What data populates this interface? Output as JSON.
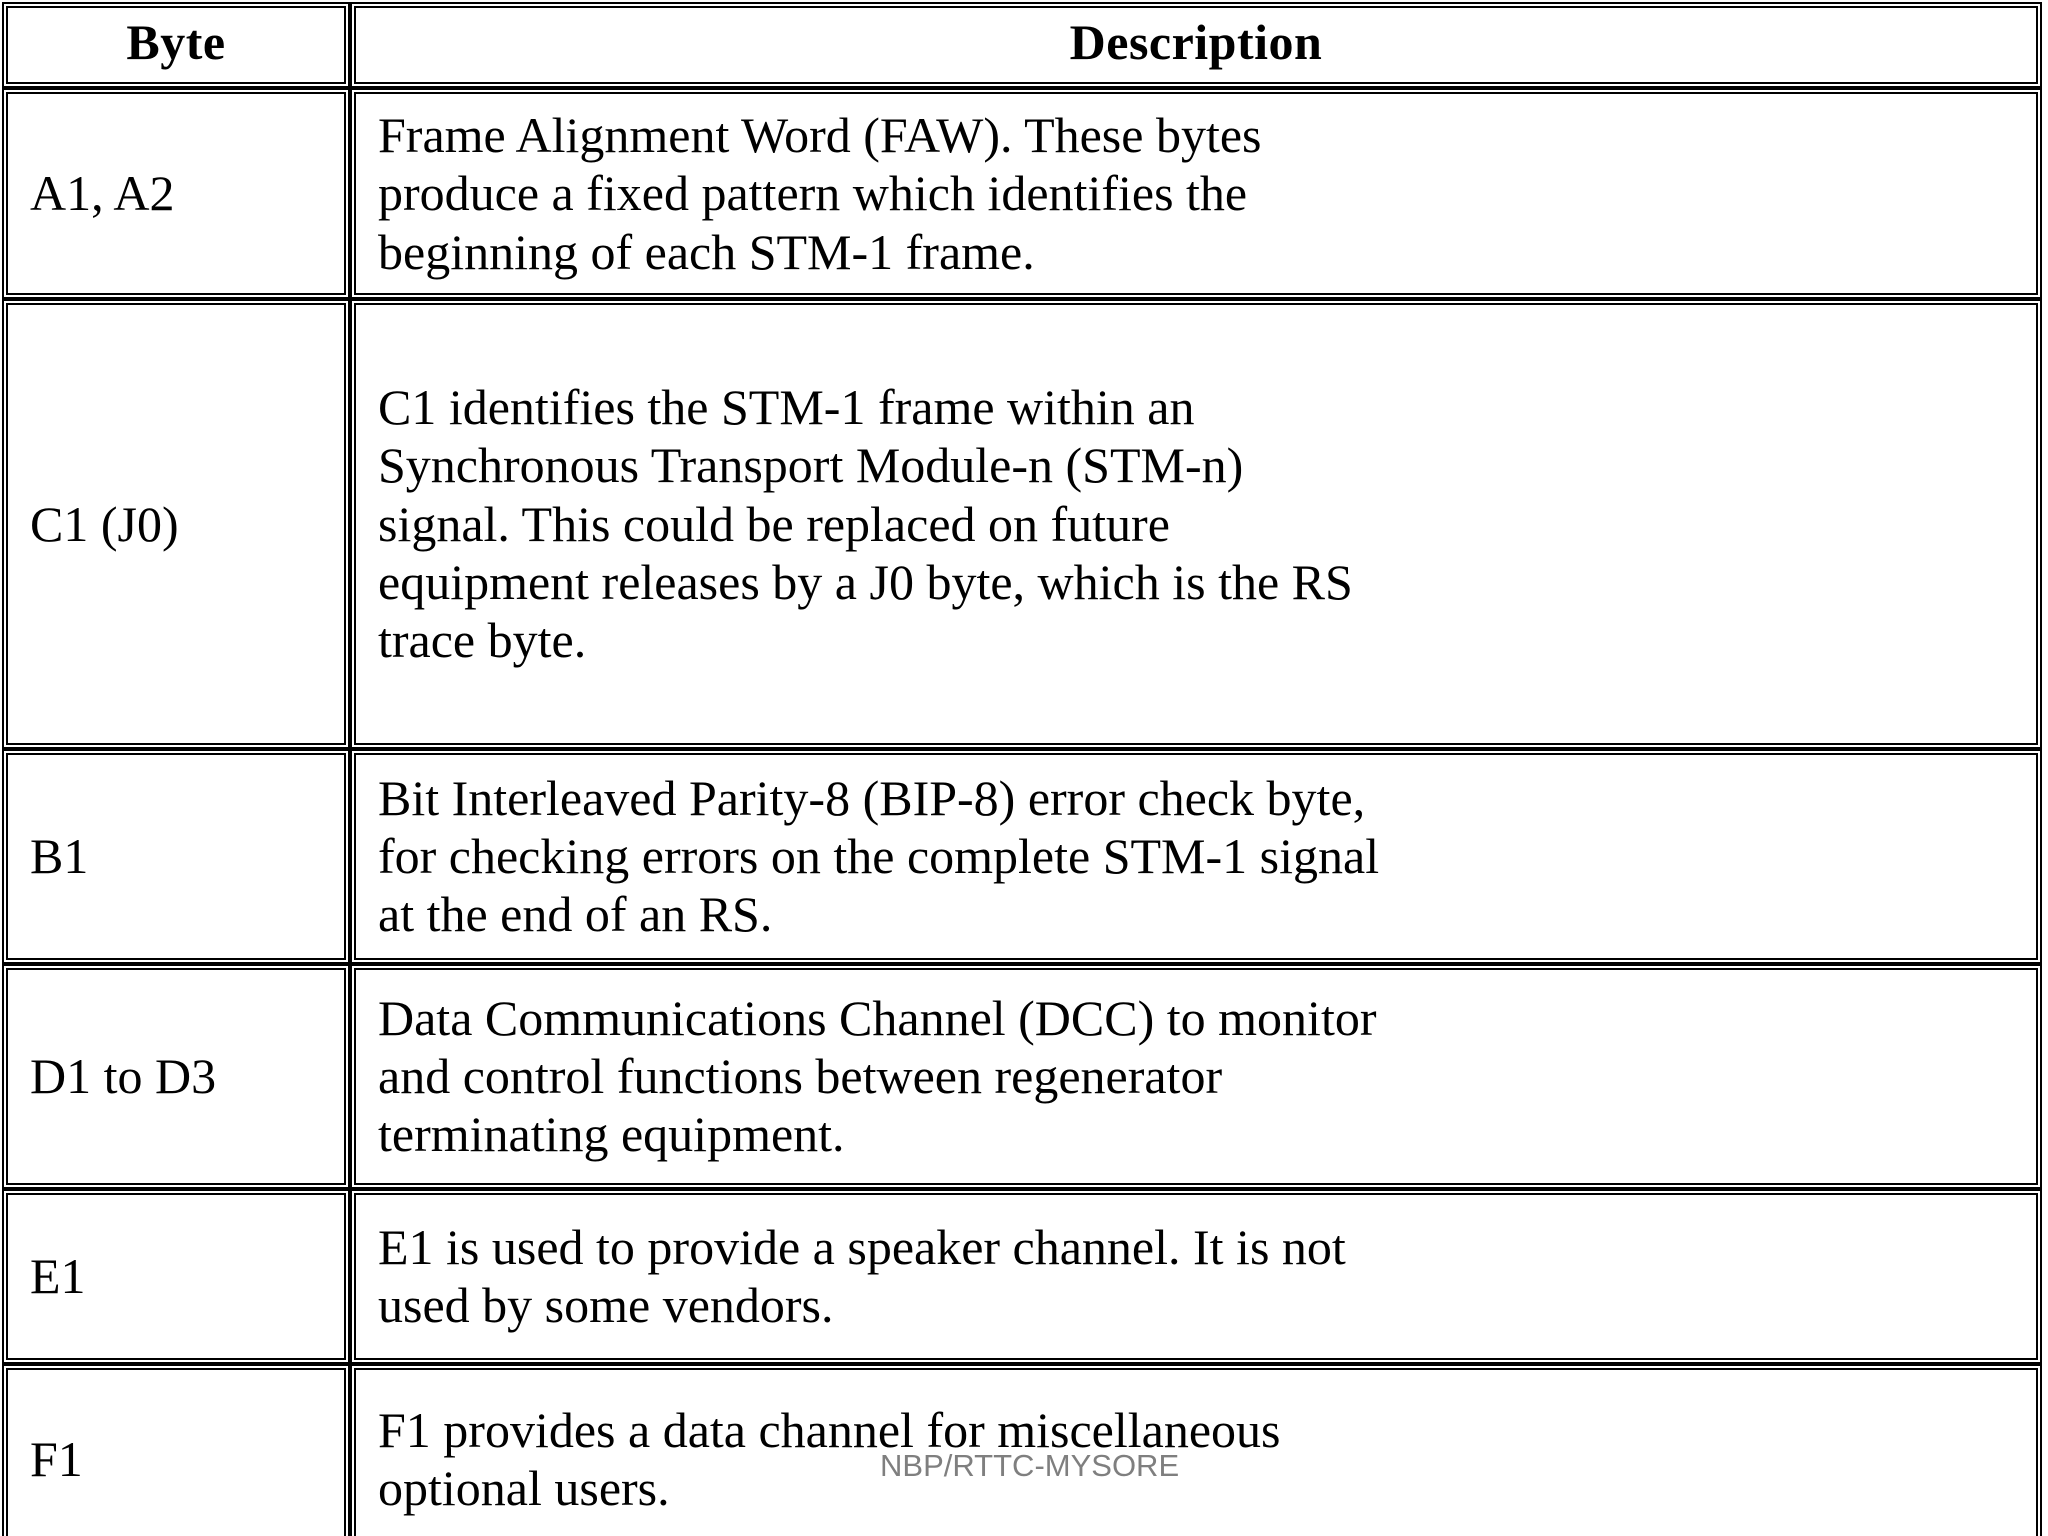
{
  "table": {
    "columns": [
      {
        "key": "byte",
        "label": "Byte"
      },
      {
        "key": "description",
        "label": "Description"
      }
    ],
    "rows": [
      {
        "byte": "A1, A2",
        "description_lines": [
          "Frame Alignment Word (FAW). These bytes",
          "produce a fixed pattern which identifies the",
          "beginning of each STM-1 frame."
        ],
        "description": "Frame Alignment Word (FAW). These bytes produce a fixed pattern which identifies the beginning of each STM-1 frame."
      },
      {
        "byte": "C1 (J0)",
        "description_lines": [
          "C1 identifies the STM-1 frame within an",
          "Synchronous Transport Module-n (STM-n)",
          "signal. This could be replaced on future",
          "equipment releases by a J0 byte, which is the RS",
          "trace byte."
        ],
        "description": "C1 identifies the STM-1 frame within an Synchronous Transport Module-n (STM-n) signal. This could be replaced on future equipment releases by a J0 byte, which is the RS trace byte."
      },
      {
        "byte": "B1",
        "description_lines": [
          "Bit Interleaved Parity-8 (BIP-8) error check byte,",
          "for checking errors on the complete STM-1 signal",
          "at the end of an RS."
        ],
        "description": "Bit Interleaved Parity-8 (BIP-8) error check byte, for checking errors on the complete STM-1 signal at the end of an RS."
      },
      {
        "byte": "D1 to D3",
        "description_lines": [
          "Data Communications Channel (DCC) to monitor",
          "and control functions between regenerator",
          "terminating equipment."
        ],
        "description": "Data Communications Channel (DCC) to monitor and control functions between regenerator terminating equipment."
      },
      {
        "byte": "E1",
        "description_lines": [
          "E1 is used to provide a speaker channel. It is not",
          "used by some vendors."
        ],
        "description": "E1 is used to provide a speaker channel. It is not used by some vendors."
      },
      {
        "byte": "F1",
        "description_lines": [
          "F1 provides a data channel for miscellaneous",
          "optional users."
        ],
        "description": "F1 provides a data channel for miscellaneous optional users."
      }
    ]
  },
  "watermark": {
    "text": "NBP/RTTC-MYSORE",
    "color": "#7f7f7f"
  },
  "colors": {
    "border": "#000000",
    "background": "#ffffff",
    "text": "#000000"
  }
}
